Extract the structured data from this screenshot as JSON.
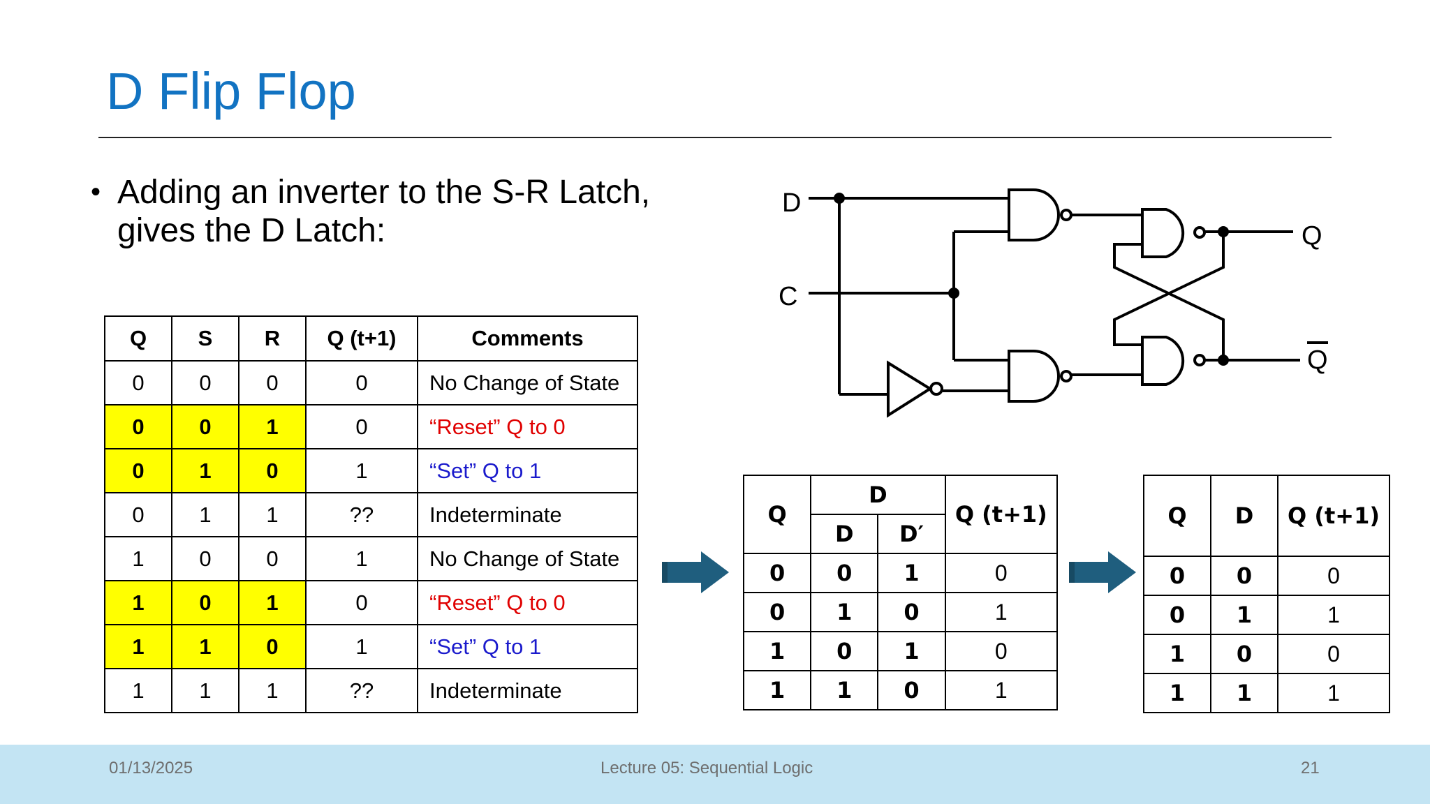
{
  "slide": {
    "title": "D Flip Flop",
    "bullet": "Adding an inverter to the S-R Latch, gives the D Latch:",
    "bullet_marker": "•"
  },
  "sr_table": {
    "headers": [
      "Q",
      "S",
      "R",
      "Q (t+1)",
      "Comments"
    ],
    "rows": [
      {
        "q": "0",
        "s": "0",
        "r": "0",
        "qn": "0",
        "comment": "No Change of State",
        "highlight": false,
        "color": "#000000"
      },
      {
        "q": "0",
        "s": "0",
        "r": "1",
        "qn": "0",
        "comment": "“Reset” Q to 0",
        "highlight": true,
        "color": "#E00000"
      },
      {
        "q": "0",
        "s": "1",
        "r": "0",
        "qn": "1",
        "comment": "“Set” Q to 1",
        "highlight": true,
        "color": "#1A1ACC"
      },
      {
        "q": "0",
        "s": "1",
        "r": "1",
        "qn": "??",
        "comment": "Indeterminate",
        "highlight": false,
        "color": "#000000"
      },
      {
        "q": "1",
        "s": "0",
        "r": "0",
        "qn": "1",
        "comment": "No Change of State",
        "highlight": false,
        "color": "#000000"
      },
      {
        "q": "1",
        "s": "0",
        "r": "1",
        "qn": "0",
        "comment": "“Reset” Q to 0",
        "highlight": true,
        "color": "#E00000"
      },
      {
        "q": "1",
        "s": "1",
        "r": "0",
        "qn": "1",
        "comment": "“Set” Q to 1",
        "highlight": true,
        "color": "#1A1ACC"
      },
      {
        "q": "1",
        "s": "1",
        "r": "1",
        "qn": "??",
        "comment": "Indeterminate",
        "highlight": false,
        "color": "#000000"
      }
    ]
  },
  "d_table_expanded": {
    "h_q": "Q",
    "h_d_group": "D",
    "h_d": "D",
    "h_dprime": "D′",
    "h_qn": "Q (t+1)",
    "rows": [
      {
        "q": "0",
        "d": "0",
        "dp": "1",
        "qn": "0"
      },
      {
        "q": "0",
        "d": "1",
        "dp": "0",
        "qn": "1"
      },
      {
        "q": "1",
        "d": "0",
        "dp": "1",
        "qn": "0"
      },
      {
        "q": "1",
        "d": "1",
        "dp": "0",
        "qn": "1"
      }
    ]
  },
  "d_table": {
    "headers": [
      "Q",
      "D",
      "Q (t+1)"
    ],
    "rows": [
      {
        "q": "0",
        "d": "0",
        "qn": "0"
      },
      {
        "q": "0",
        "d": "1",
        "qn": "1"
      },
      {
        "q": "1",
        "d": "0",
        "qn": "0"
      },
      {
        "q": "1",
        "d": "1",
        "qn": "1"
      }
    ]
  },
  "circuit": {
    "label_d": "D",
    "label_c": "C",
    "label_q": "Q",
    "label_qbar": "Q"
  },
  "colors": {
    "title": "#1273C2",
    "highlight": "#FFFF00",
    "arrow": "#1F5E7E",
    "footer_bg": "#C3E4F3"
  },
  "footer": {
    "date": "01/13/2025",
    "course": "Lecture 05: Sequential Logic",
    "page": "21"
  }
}
